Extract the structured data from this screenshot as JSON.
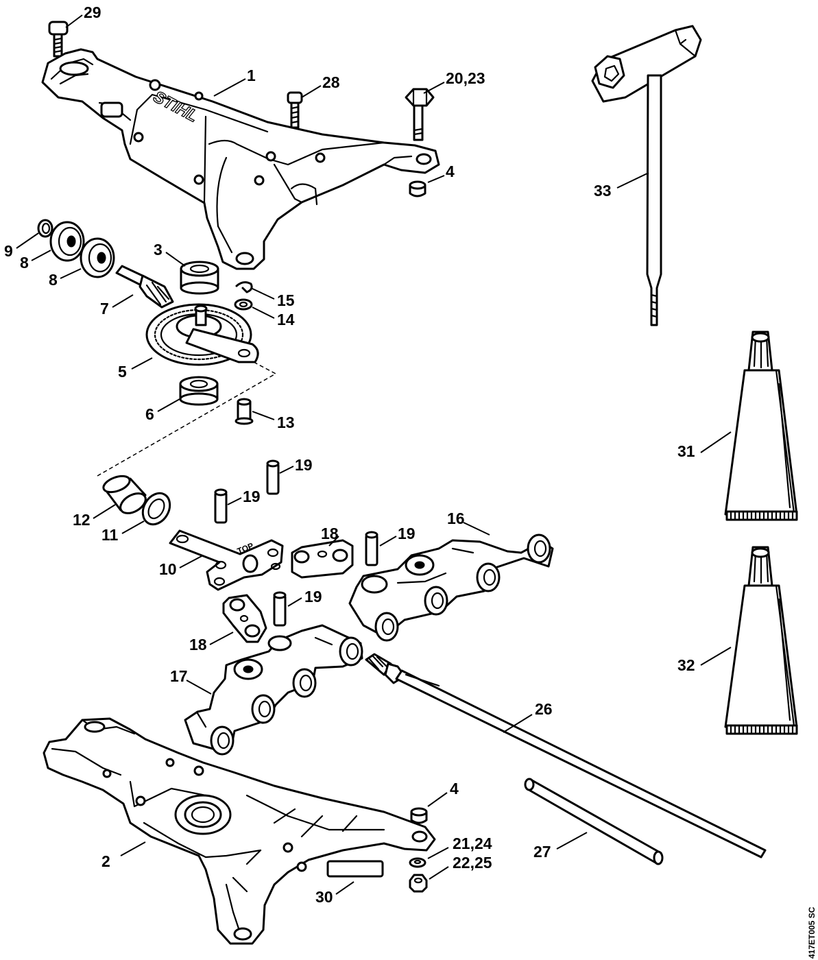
{
  "diagram": {
    "reference": "417ET005 SC",
    "brand_mark": "STIHL",
    "labels": [
      "29",
      "1",
      "28",
      "20,23",
      "4",
      "33",
      "9",
      "8",
      "8",
      "3",
      "15",
      "14",
      "7",
      "5",
      "6",
      "13",
      "19",
      "19",
      "12",
      "11",
      "18",
      "19",
      "16",
      "10",
      "19",
      "18",
      "31",
      "17",
      "26",
      "32",
      "4",
      "21,24",
      "22,25",
      "2",
      "30",
      "27"
    ]
  }
}
